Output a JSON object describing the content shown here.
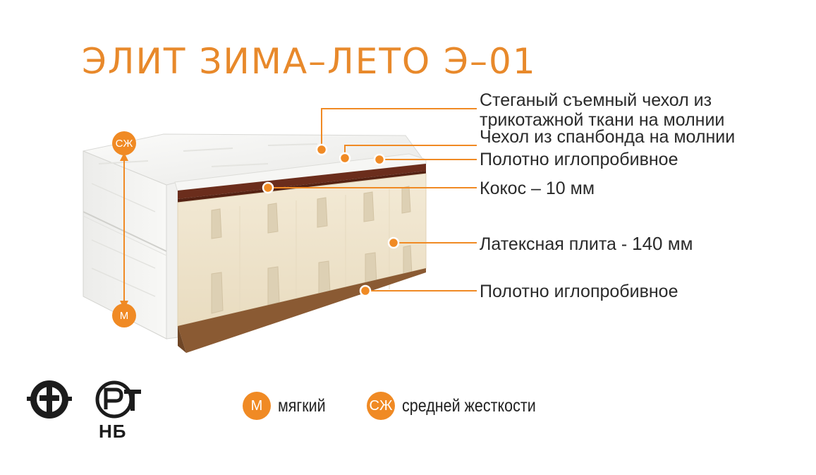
{
  "title": "ЭЛИТ ЗИМА–ЛЕТО Э–01",
  "layers": [
    {
      "label": "Стеганый съемный чехол из трикотажной ткани на молнии",
      "line1": "Стеганый съемный чехол из",
      "line2": "трикотажной ткани на молнии"
    },
    {
      "label": "Чехол из спанбонда на молнии"
    },
    {
      "label": "Полотно иглопробивное"
    },
    {
      "label": "Кокос – 10 мм"
    },
    {
      "label_prefix": "Латексная плита - ",
      "value": "140 мм"
    },
    {
      "label": "Полотно иглопробивное"
    }
  ],
  "scale": {
    "top_badge": "СЖ",
    "bottom_badge": "М"
  },
  "legend": [
    {
      "badge": "М",
      "text": "мягкий"
    },
    {
      "badge": "СЖ",
      "text": "средней жесткости"
    }
  ],
  "certificates": {
    "nb_text": "НБ"
  },
  "colors": {
    "accent": "#f08a24",
    "title": "#e8892b",
    "coconut": "#6b2d1c",
    "latex": "#efe4cc",
    "felt": "#8a5a33"
  }
}
